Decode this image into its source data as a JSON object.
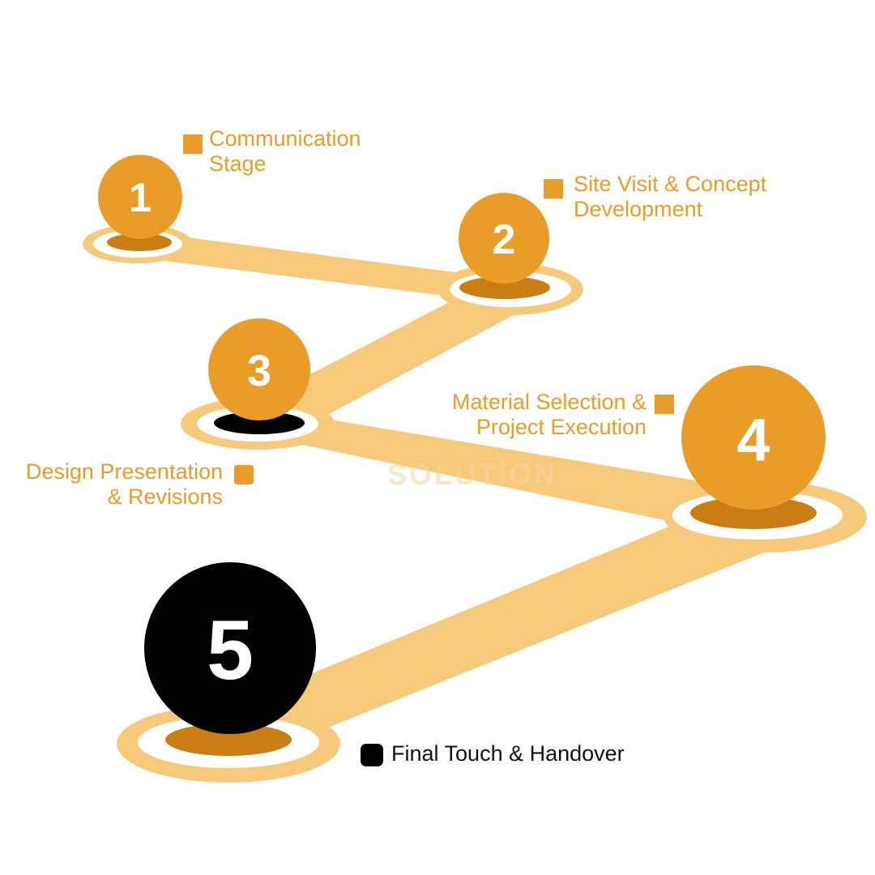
{
  "colors": {
    "orange": "#e99c28",
    "path": "#f7c97a",
    "shadow": "#c97d12",
    "black": "#000000",
    "label_text": "#e99c28",
    "final_text": "#111111"
  },
  "watermark": {
    "text": "SOLUTION"
  },
  "steps": [
    {
      "number": "1",
      "label_line1": "Communication",
      "label_line2": "Stage"
    },
    {
      "number": "2",
      "label_line1": "Site Visit & Concept",
      "label_line2": "Development"
    },
    {
      "number": "3",
      "label_line1": "Design Presentation",
      "label_line2": "& Revisions"
    },
    {
      "number": "4",
      "label_line1": "Material Selection &",
      "label_line2": "Project Execution"
    },
    {
      "number": "5",
      "label_line1": "Final Touch & Handover",
      "label_line2": ""
    }
  ]
}
